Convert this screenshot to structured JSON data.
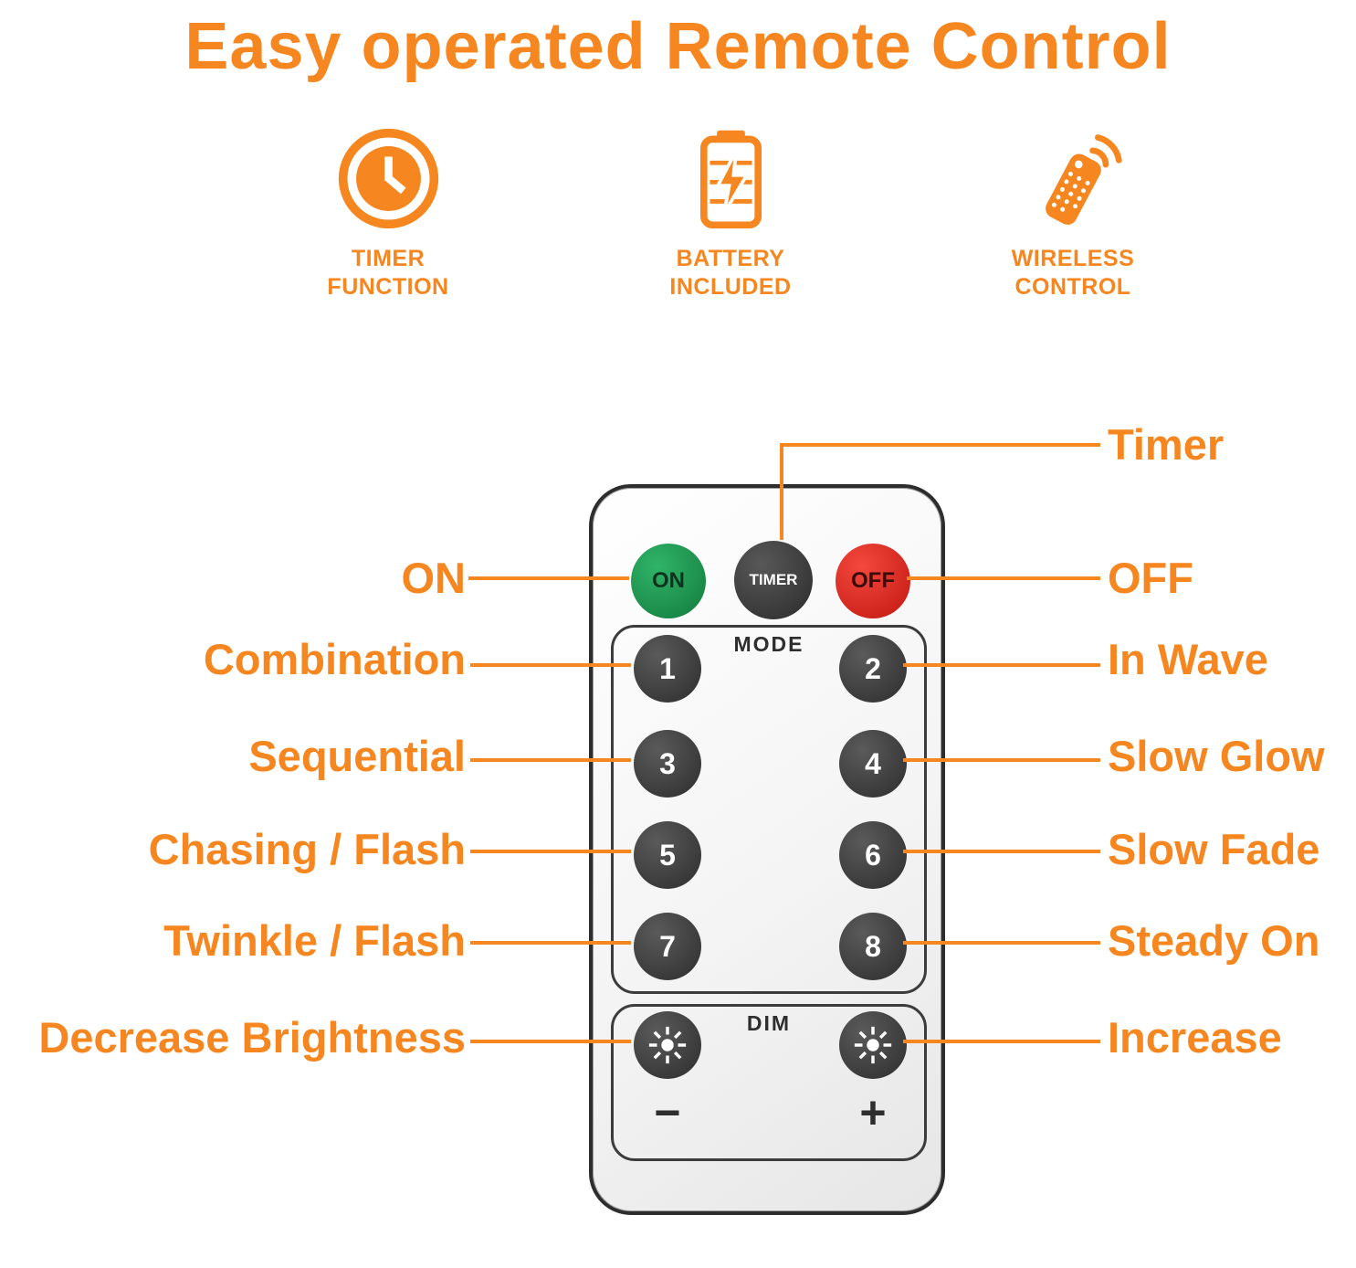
{
  "title": "Easy operated Remote Control",
  "features": [
    {
      "name": "timer-function",
      "line1": "TIMER",
      "line2": "FUNCTION"
    },
    {
      "name": "battery-included",
      "line1": "BATTERY",
      "line2": "INCLUDED"
    },
    {
      "name": "wireless-control",
      "line1": "WIRELESS",
      "line2": "CONTROL"
    }
  ],
  "remote": {
    "on_button": "ON",
    "timer_button": "TIMER",
    "off_button": "OFF",
    "mode_label": "MODE",
    "mode_buttons": [
      "1",
      "2",
      "3",
      "4",
      "5",
      "6",
      "7",
      "8"
    ],
    "dim_label": "DIM",
    "decrease_symbol": "−",
    "increase_symbol": "+"
  },
  "callouts": {
    "left": [
      "ON",
      "Combination",
      "Sequential",
      "Chasing / Flash",
      "Twinkle / Flash",
      "Decrease Brightness"
    ],
    "right": [
      "Timer",
      "OFF",
      "In Wave",
      "Slow Glow",
      "Slow Fade",
      "Steady On",
      "Increase"
    ]
  },
  "colors": {
    "accent": "#F6861F",
    "green": "#1E9E53",
    "red": "#E7261D",
    "button-dark": "#3A3A3A"
  }
}
